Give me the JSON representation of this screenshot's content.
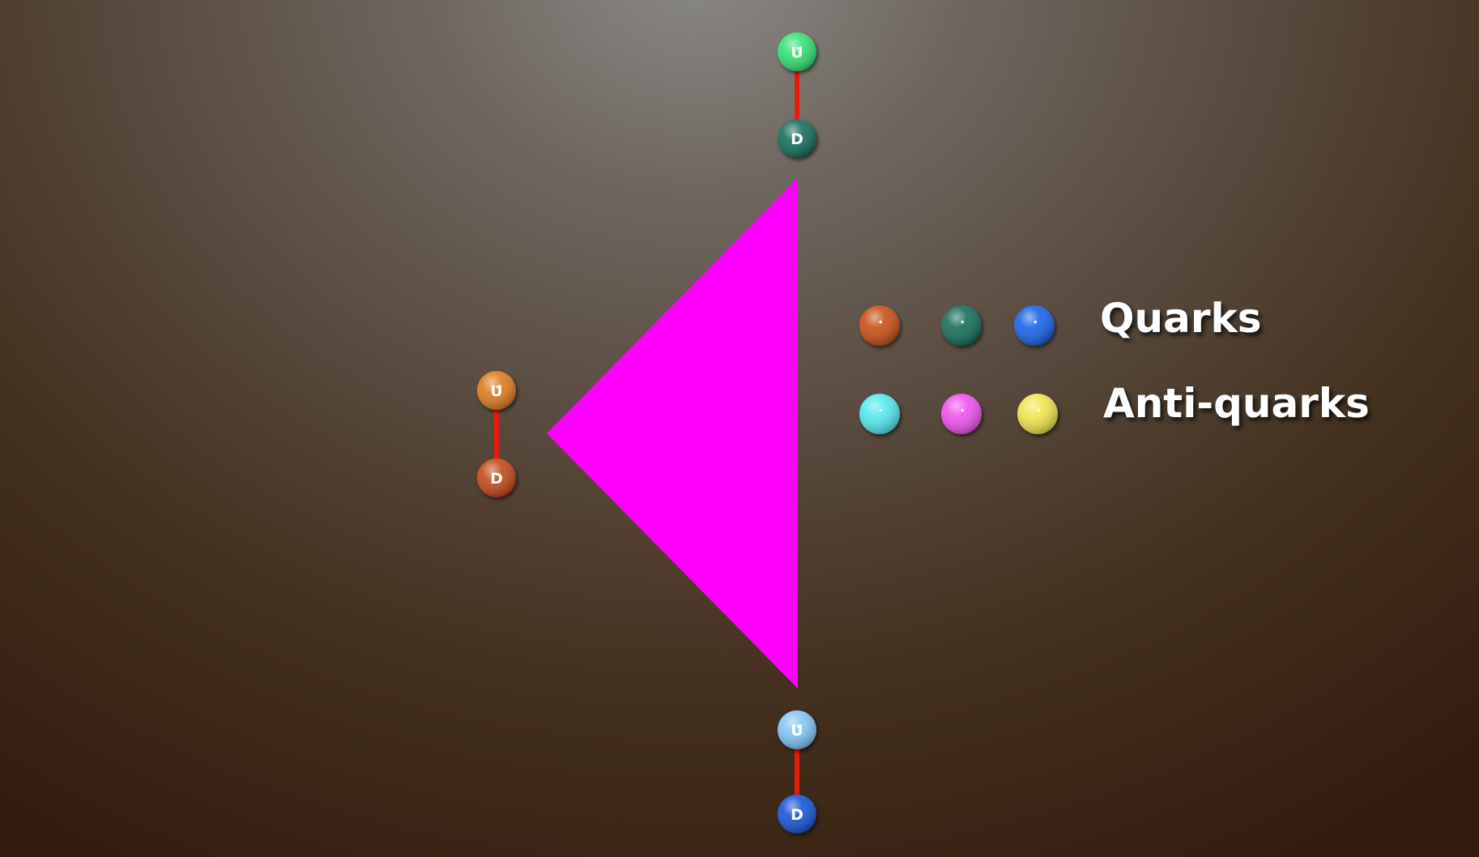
{
  "legend": {
    "quarks_label": "Quarks",
    "antiquarks_label": "Anti-quarks",
    "quark_colors": [
      "#c84a10",
      "#0f6a55",
      "#1160e6"
    ],
    "antiquark_colors": [
      "#4fe8f0",
      "#f04ff0",
      "#f3e34a"
    ]
  },
  "triangle": {
    "color": "#ff00ff"
  },
  "string_color": "#e81a10",
  "mesons": [
    {
      "name": "top",
      "up": {
        "letter": "U",
        "color": "#2fe070"
      },
      "down": {
        "letter": "D",
        "color": "#0f6a58"
      }
    },
    {
      "name": "left",
      "up": {
        "letter": "U",
        "color": "#e07818"
      },
      "down": {
        "letter": "D",
        "color": "#c14512"
      }
    },
    {
      "name": "bottom",
      "up": {
        "letter": "U",
        "color": "#7ec4f5"
      },
      "down": {
        "letter": "D",
        "color": "#1150d6"
      }
    }
  ]
}
